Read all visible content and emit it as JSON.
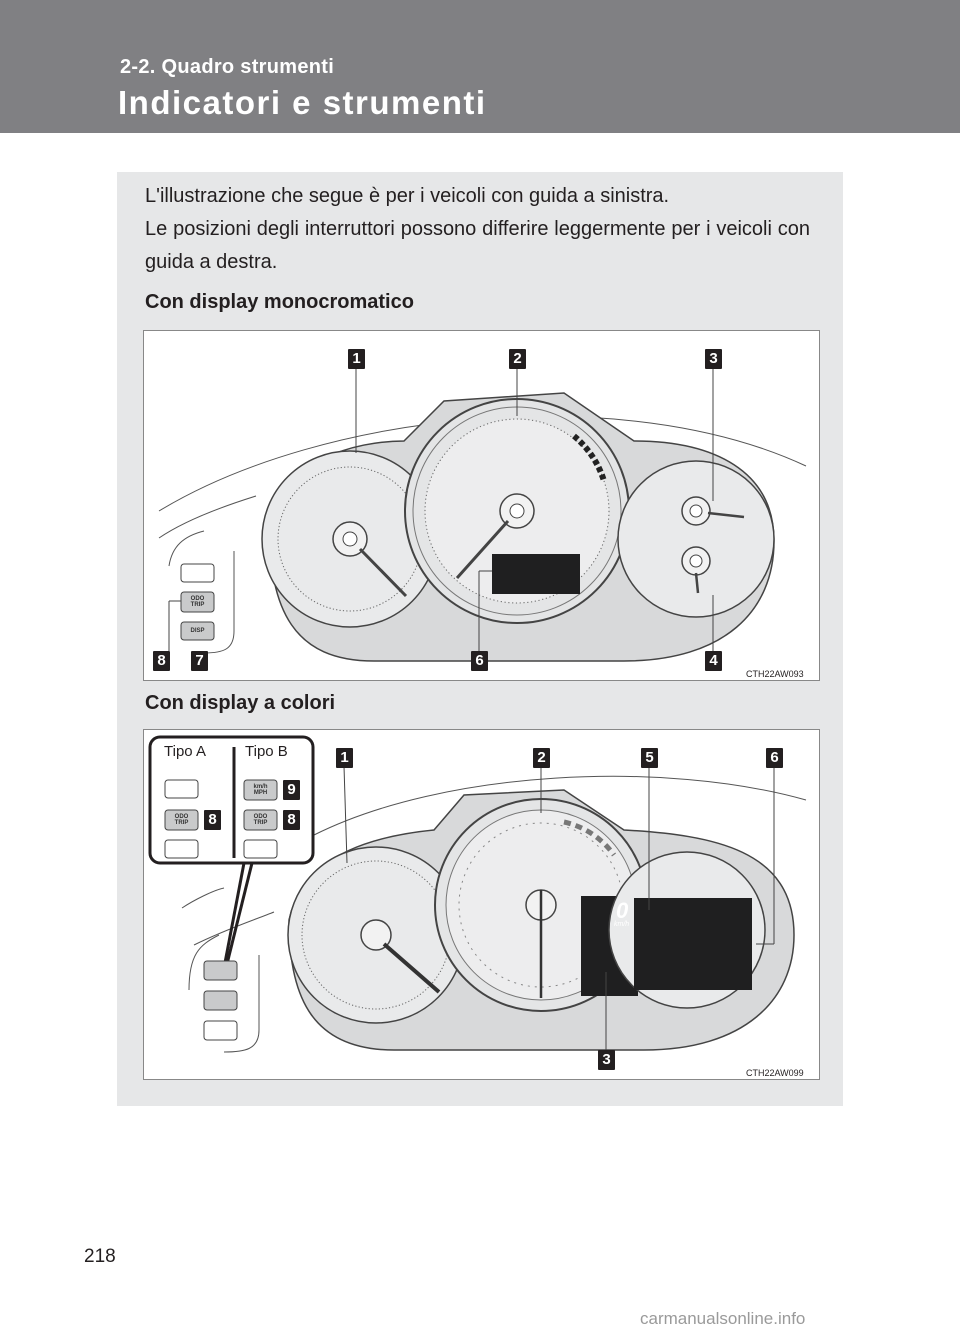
{
  "header": {
    "section": "2-2. Quadro strumenti",
    "title": "Indicatori e strumenti"
  },
  "intro": {
    "line1": "L'illustrazione che segue è per i veicoli con guida a sinistra.",
    "line2": "Le posizioni degli interruttori possono differire leggermente per i veicoli con guida a destra."
  },
  "figure1": {
    "heading": "Con display monocromatico",
    "code": "CTH22AW093",
    "callouts": [
      "1",
      "2",
      "3",
      "4",
      "6",
      "7",
      "8"
    ],
    "buttons": {
      "odo_trip": [
        "ODO",
        "TRIP"
      ],
      "disp": "DISP"
    }
  },
  "figure2": {
    "heading": "Con display a colori",
    "code": "CTH22AW099",
    "callouts": [
      "1",
      "2",
      "5",
      "6",
      "3",
      "9",
      "8",
      "8"
    ],
    "tipo_a": "Tipo A",
    "tipo_b": "Tipo B",
    "buttons": {
      "odo_trip": [
        "ODO",
        "TRIP"
      ],
      "kmh_mph": [
        "km/h",
        "MPH"
      ]
    },
    "speed_value": "0",
    "speed_unit": "km/h"
  },
  "page": {
    "number": "218"
  },
  "watermark": "carmanualsonline.info",
  "colors": {
    "header_bg": "#808083",
    "panel_bg": "#e6e7e8",
    "tag_bg": "#231f20"
  }
}
